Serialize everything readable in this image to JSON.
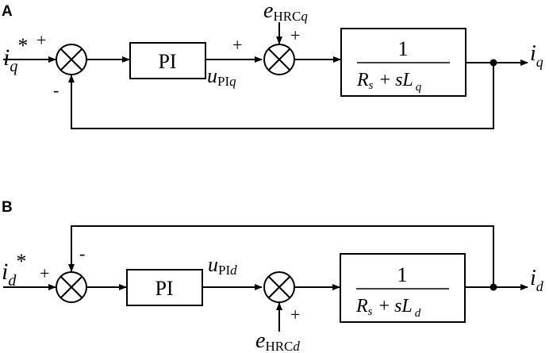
{
  "panel_a": {
    "label": "A",
    "input": {
      "var": "i",
      "sub": "q",
      "sup": "*"
    },
    "input_sign": "+",
    "feedback_sign": "-",
    "pi_label": "PI",
    "pi_output": {
      "var": "u",
      "sub_roman": "PI",
      "sub_italic": "q"
    },
    "pi_output_sign": "+",
    "disturbance": {
      "var": "e",
      "sub_roman": "HRC",
      "sub_italic": "q"
    },
    "disturbance_sign": "+",
    "plant": {
      "numerator": "1",
      "den_r": "R",
      "den_r_sub": "s",
      "den_plus": "+",
      "den_sl": "sL",
      "den_l_sub": "q"
    },
    "output": {
      "var": "i",
      "sub": "q"
    }
  },
  "panel_b": {
    "label": "B",
    "input": {
      "var": "i",
      "sub": "d",
      "sup": "*"
    },
    "input_sign": "+",
    "feedback_sign": "-",
    "pi_label": "PI",
    "pi_output": {
      "var": "u",
      "sub_roman": "PI",
      "sub_italic": "d"
    },
    "disturbance": {
      "var": "e",
      "sub_roman": "HRC",
      "sub_italic": "d"
    },
    "disturbance_sign": "+",
    "plant": {
      "numerator": "1",
      "den_r": "R",
      "den_r_sub": "s",
      "den_plus": "+",
      "den_sl": "sL",
      "den_l_sub": "d"
    },
    "output": {
      "var": "i",
      "sub": "d"
    }
  }
}
